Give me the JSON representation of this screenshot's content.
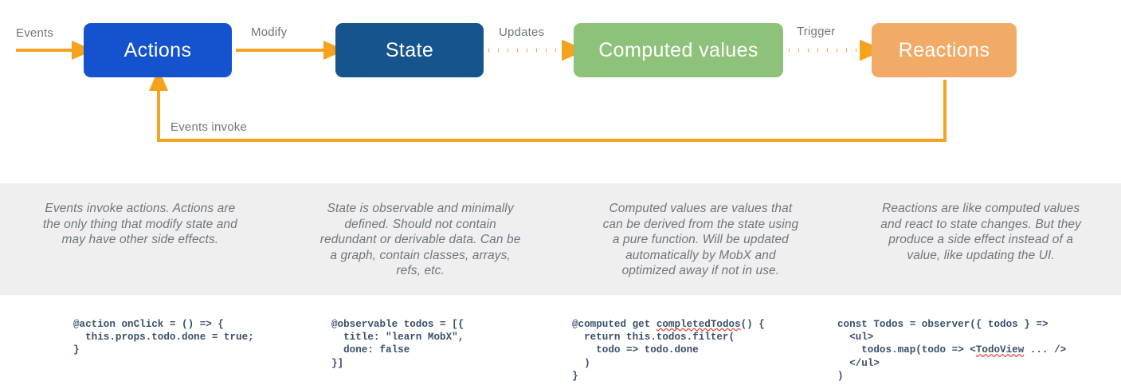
{
  "diagram": {
    "title": "MobX core concepts flow",
    "colors": {
      "actions": "#1452CE",
      "state": "#15548C",
      "computed": "#8EC27A",
      "reactions": "#F2AA67",
      "arrow": "#F5A21F",
      "band_background": "#EFEFEF",
      "description_text": "#6F7682",
      "code_text": "#39506B",
      "squiggle": "#E04A3C"
    },
    "nodes": [
      {
        "id": "actions",
        "label": "Actions"
      },
      {
        "id": "state",
        "label": "State"
      },
      {
        "id": "computed",
        "label": "Computed values"
      },
      {
        "id": "reactions",
        "label": "Reactions"
      }
    ],
    "edges": [
      {
        "id": "events",
        "label": "Events",
        "style": "solid",
        "from": "input",
        "to": "actions"
      },
      {
        "id": "modify",
        "label": "Modify",
        "style": "solid",
        "from": "actions",
        "to": "state"
      },
      {
        "id": "updates",
        "label": "Updates",
        "style": "dotted",
        "from": "state",
        "to": "computed"
      },
      {
        "id": "trigger",
        "label": "Trigger",
        "style": "dotted",
        "from": "computed",
        "to": "reactions"
      },
      {
        "id": "events-invoke",
        "label": "Events invoke",
        "style": "solid",
        "from": "reactions",
        "to": "actions"
      }
    ]
  },
  "columns": [
    {
      "id": "actions",
      "description": "Events invoke actions. Actions are the only thing that modify state and may have other side effects.",
      "code": "@action onClick = () => {\n  this.props.todo.done = true;\n}"
    },
    {
      "id": "state",
      "description": "State is observable and minimally defined. Should not contain redundant or derivable data. Can be a graph, contain classes, arrays, refs, etc.",
      "code": "@observable todos = [{\n  title: \"learn MobX\",\n  done: false\n}]"
    },
    {
      "id": "computed",
      "description": "Computed values are values that can be derived from the state using a pure function. Will be updated automatically by MobX and optimized away if not in use.",
      "code_parts": {
        "before": "@computed get ",
        "squiggle": "completedTodos",
        "after": "() {\n  return this.todos.filter(\n    todo => todo.done\n  )\n}"
      },
      "code": "@computed get completedTodos() {\n  return this.todos.filter(\n    todo => todo.done\n  )\n}"
    },
    {
      "id": "reactions",
      "description": "Reactions are like computed values and react to state changes. But they produce a side effect instead of a value, like updating the UI.",
      "code_parts": {
        "before": "const Todos = observer({ todos } =>\n  <ul>\n    todos.map(todo => <",
        "squiggle": "TodoView",
        "after": " ... />\n  </ul>\n)"
      },
      "code": "const Todos = observer({ todos } =>\n  <ul>\n    todos.map(todo => <TodoView ... />\n  </ul>\n)"
    }
  ]
}
